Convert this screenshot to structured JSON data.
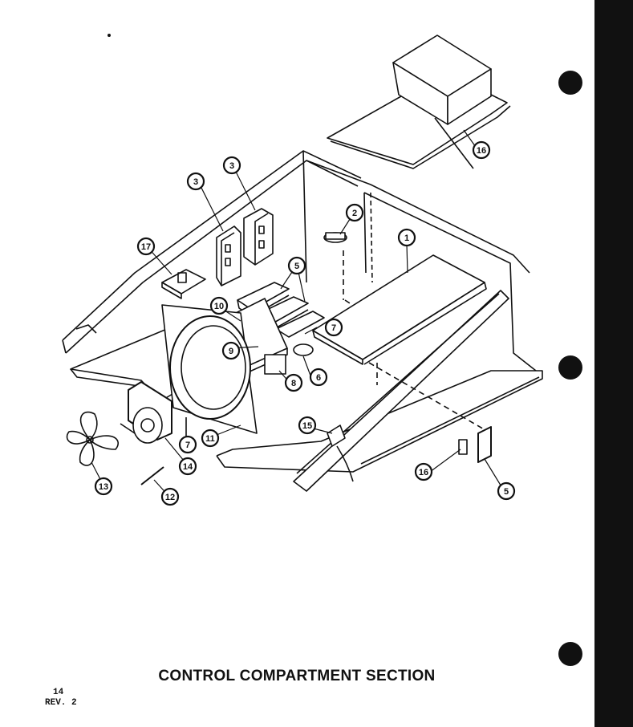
{
  "caption": "CONTROL COMPARTMENT SECTION",
  "page_number": "14",
  "revision": "REV. 2",
  "callouts": [
    {
      "id": "c1",
      "text": "1"
    },
    {
      "id": "c2",
      "text": "2"
    },
    {
      "id": "c3a",
      "text": "3"
    },
    {
      "id": "c3b",
      "text": "3"
    },
    {
      "id": "c5a",
      "text": "5"
    },
    {
      "id": "c5b",
      "text": "5"
    },
    {
      "id": "c6",
      "text": "6"
    },
    {
      "id": "c7a",
      "text": "7"
    },
    {
      "id": "c7b",
      "text": "7"
    },
    {
      "id": "c8",
      "text": "8"
    },
    {
      "id": "c9",
      "text": "9"
    },
    {
      "id": "c10",
      "text": "10"
    },
    {
      "id": "c11",
      "text": "11"
    },
    {
      "id": "c12",
      "text": "12"
    },
    {
      "id": "c13",
      "text": "13"
    },
    {
      "id": "c14",
      "text": "14"
    },
    {
      "id": "c15",
      "text": "15"
    },
    {
      "id": "c16a",
      "text": "16"
    },
    {
      "id": "c16b",
      "text": "16"
    },
    {
      "id": "c17",
      "text": "17"
    }
  ],
  "colors": {
    "ink": "#111111",
    "paper": "#ffffff",
    "panel": "#e9e9e9"
  }
}
